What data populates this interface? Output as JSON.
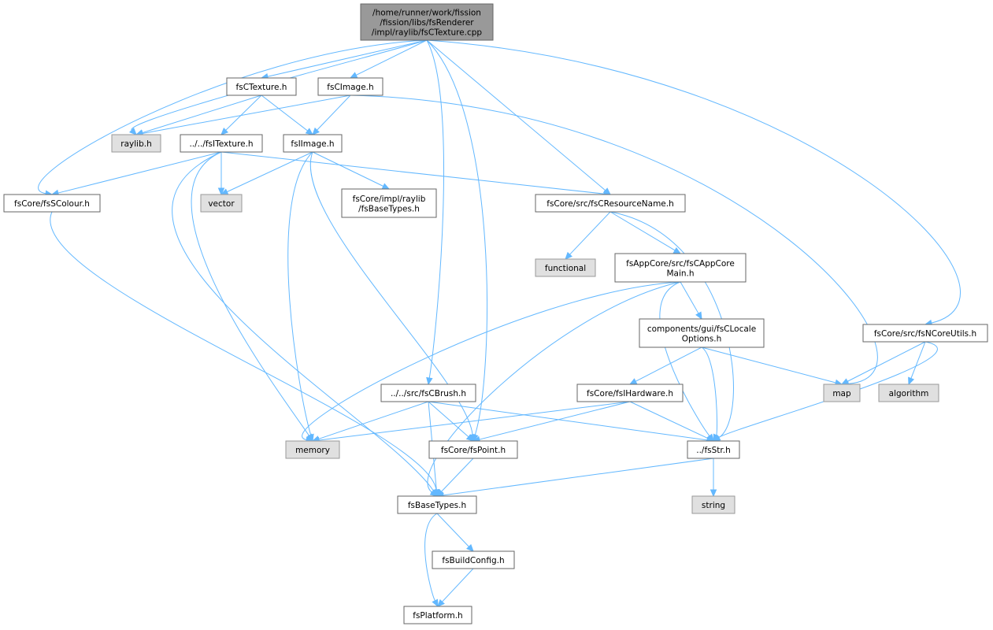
{
  "colors": {
    "edge": "#63b8ff",
    "root_fill": "#999999",
    "local_fill": "#ffffff",
    "system_fill": "#e0e0e0",
    "border": "#666666"
  },
  "nodes": {
    "root": {
      "lines": [
        "/home/runner/work/fission",
        "/fission/libs/fsRenderer",
        "/impl/raylib/fsCTexture.cpp"
      ]
    },
    "fsctexture_h": {
      "lines": [
        "fsCTexture.h"
      ]
    },
    "fscimage_h": {
      "lines": [
        "fsCImage.h"
      ]
    },
    "raylib_h": {
      "lines": [
        "raylib.h"
      ]
    },
    "fsitexture_h": {
      "lines": [
        "../../fsITexture.h"
      ]
    },
    "fsiimage_h": {
      "lines": [
        "fsIImage.h"
      ]
    },
    "fsscolour_h": {
      "lines": [
        "fsCore/fsSColour.h"
      ]
    },
    "vector": {
      "lines": [
        "vector"
      ]
    },
    "impl_basetypes_h": {
      "lines": [
        "fsCore/impl/raylib",
        "/fsBaseTypes.h"
      ]
    },
    "resourcename_h": {
      "lines": [
        "fsCore/src/fsCResourceName.h"
      ]
    },
    "functional": {
      "lines": [
        "functional"
      ]
    },
    "appcoremain_h": {
      "lines": [
        "fsAppCore/src/fsCAppCore",
        "Main.h"
      ]
    },
    "localeoptions_h": {
      "lines": [
        "components/gui/fsCLocale",
        "Options.h"
      ]
    },
    "ncoreutils_h": {
      "lines": [
        "fsCore/src/fsNCoreUtils.h"
      ]
    },
    "map": {
      "lines": [
        "map"
      ]
    },
    "algorithm": {
      "lines": [
        "algorithm"
      ]
    },
    "cbrush_h": {
      "lines": [
        "../../src/fsCBrush.h"
      ]
    },
    "ihardware_h": {
      "lines": [
        "fsCore/fsIHardware.h"
      ]
    },
    "memory": {
      "lines": [
        "memory"
      ]
    },
    "point_h": {
      "lines": [
        "fsCore/fsPoint.h"
      ]
    },
    "str_h": {
      "lines": [
        "../fsStr.h"
      ]
    },
    "basetypes_h": {
      "lines": [
        "fsBaseTypes.h"
      ]
    },
    "string": {
      "lines": [
        "string"
      ]
    },
    "buildconfig_h": {
      "lines": [
        "fsBuildConfig.h"
      ]
    },
    "platform_h": {
      "lines": [
        "fsPlatform.h"
      ]
    }
  }
}
